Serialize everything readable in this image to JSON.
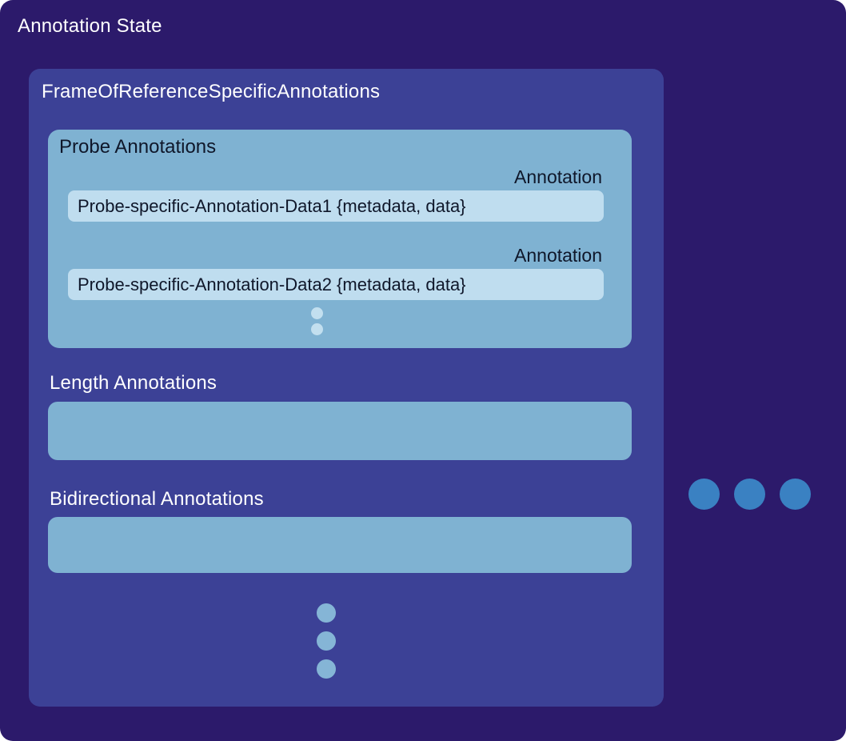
{
  "palette": {
    "page_bg": "#FFFFFF",
    "outer_bg": "#2C1A6B",
    "inner_bg": "#3C4196",
    "section_box_bg": "#7FB2D2",
    "item_box_bg": "#BFDDEF",
    "item_dot": "#C2DFEF",
    "section_dot": "#85B5D6",
    "frame_dot": "#3A81C2",
    "text_light": "#FFFFFF",
    "text_dark": "#0F172A"
  },
  "diagram": {
    "title": "Annotation State",
    "frame": {
      "title": "FrameOfReferenceSpecificAnnotations",
      "sections": [
        {
          "label": "Probe Annotations",
          "items": [
            {
              "type_label": "Annotation",
              "value": "Probe-specific-Annotation-Data1 {metadata, data}"
            },
            {
              "type_label": "Annotation",
              "value": "Probe-specific-Annotation-Data2 {metadata, data}"
            }
          ],
          "more_indicator": "vertical-ellipsis-2-dots"
        },
        {
          "label": "Length Annotations",
          "items": []
        },
        {
          "label": "Bidirectional Annotations",
          "items": []
        }
      ],
      "more_sections_indicator": "vertical-ellipsis-3-dots"
    },
    "more_frames_indicator": "horizontal-ellipsis-3-dots"
  }
}
